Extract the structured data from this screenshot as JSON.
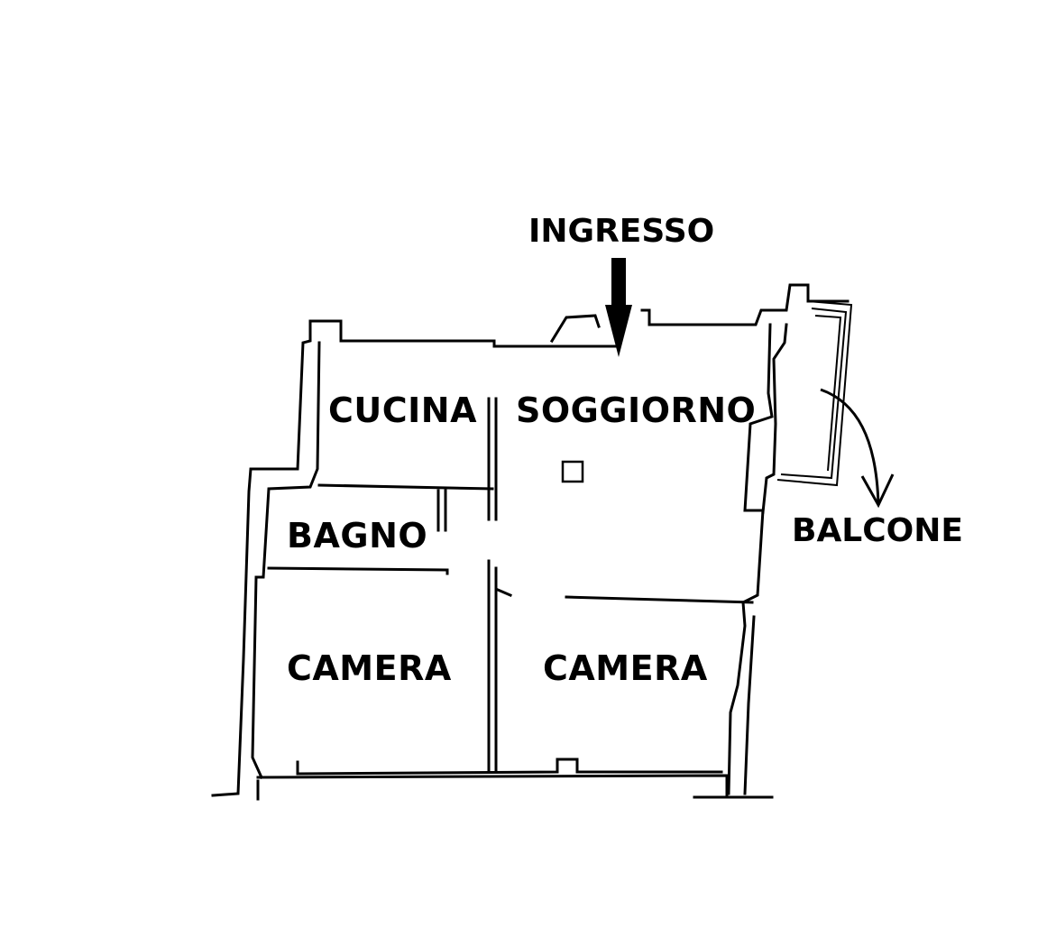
{
  "labels": {
    "entrance": "INGRESSO",
    "kitchen": "CUCINA",
    "living": "SOGGIORNO",
    "bathroom": "BAGNO",
    "bedroom_left": "CAMERA",
    "bedroom_right": "CAMERA",
    "balcony": "BALCONE"
  }
}
